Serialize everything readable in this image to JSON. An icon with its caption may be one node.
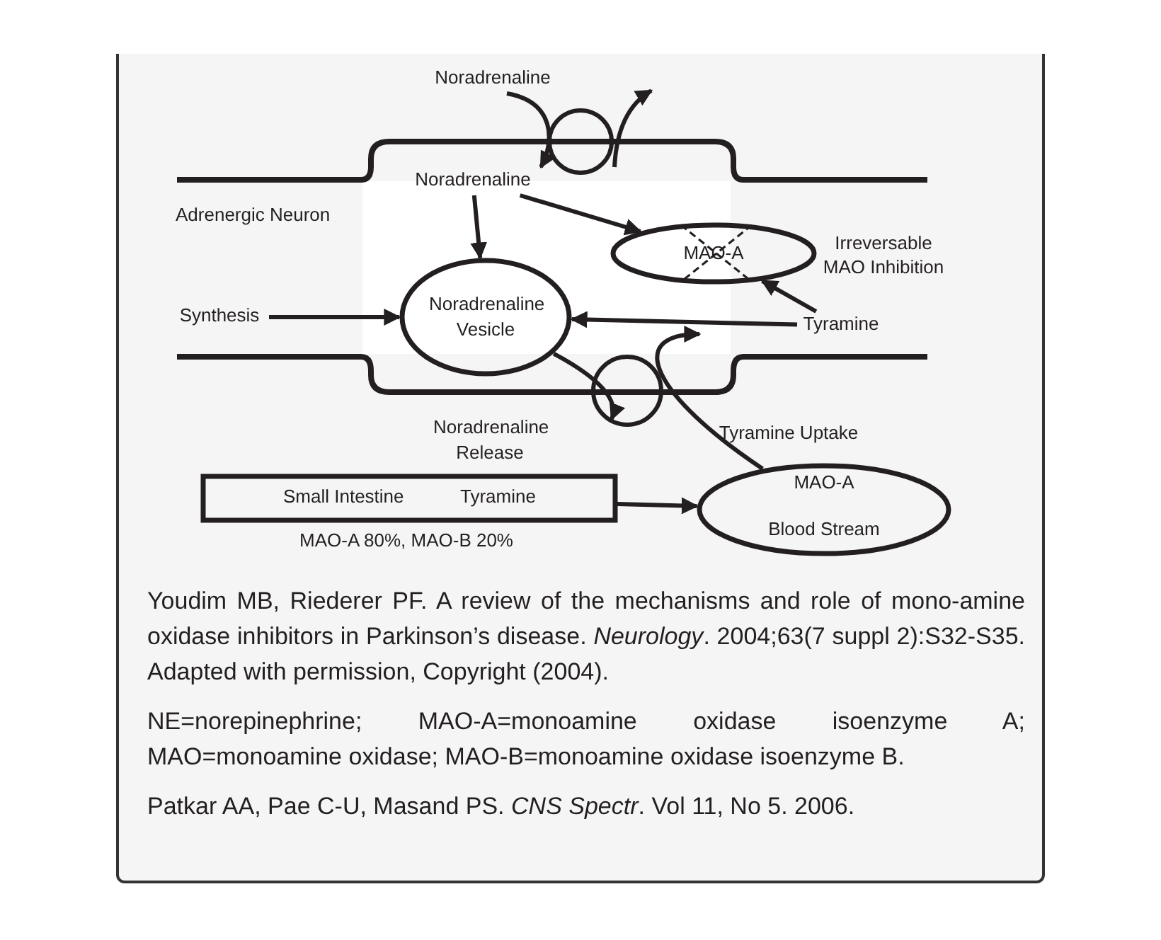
{
  "diagram": {
    "caption": "Youdim MB, Riederer PF. A review of the mechanisms and role of mono-amine oxidase inhibitors in Parkinson’s disease. *Neurology*. 2004;63(7 suppl 2):S32-S35. Adapted with permission, Copyright (2004).",
    "nodes": [
      {
        "text": [
          "Noradrenaline"
        ]
      },
      {
        "text": [
          "Noradrenaline"
        ]
      },
      {
        "text": [
          "MAO-A"
        ],
        "beside": [
          "Irreversable MAO Inhibition"
        ]
      },
      {
        "text": [
          "Synthesis"
        ]
      },
      {
        "text": [
          "Noradrenaline Vesicle"
        ]
      },
      {
        "text": [
          "Tyramine"
        ]
      },
      {
        "text": [
          "Small Intestine",
          "Tyramine"
        ],
        "beside": [
          "MAO-A 80%, MAO-B 20%"
        ]
      },
      {
        "text": [
          "MAO-A",
          "Blood Stream"
        ]
      }
    ],
    "edges": [
      {
        "from": 0,
        "to": 1,
        "arrow": "to"
      },
      {
        "from": 1,
        "to": 4,
        "arrow": "to"
      },
      {
        "from": 1,
        "to": 2,
        "arrow": "to"
      },
      {
        "from": 3,
        "to": 4,
        "arrow": "to"
      },
      {
        "from": 5,
        "to": 4,
        "arrow": "to"
      },
      {
        "from": 5,
        "to": 2,
        "arrow": "to"
      },
      {
        "from": 4,
        "to": null,
        "arrow": "to",
        "label": "Noradrenaline Release"
      },
      {
        "from": 6,
        "to": 7,
        "arrow": "to"
      },
      {
        "from": 7,
        "to": null,
        "arrow": "to",
        "label": "Tyramine Uptake"
      }
    ],
    "labels": [
      "Adrenergic Neuron",
      "NE=norepinephrine; MAO-A=monoamine oxidase isoenzyme A; MAO=monoamine oxidase; MAO-B=monoamine oxidase isoenzyme B.",
      "Patkar AA, Pae C-U, Masand PS. *CNS Spectr*. Vol 11, No 5. 2006."
    ]
  }
}
